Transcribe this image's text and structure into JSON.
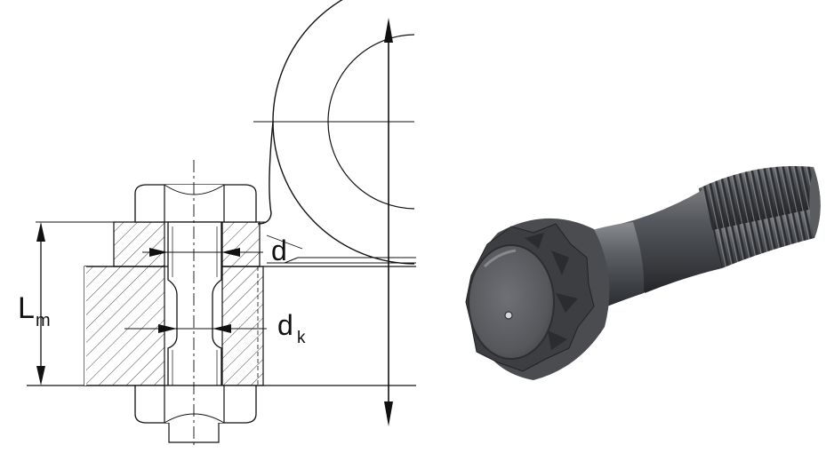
{
  "drawing": {
    "labels": {
      "length": "L",
      "length_sub": "m",
      "diameter": "d",
      "shank_diameter": "d",
      "shank_diameter_sub": "k"
    }
  },
  "photo": {
    "icon": "twelve-point-connecting-rod-bolt"
  }
}
